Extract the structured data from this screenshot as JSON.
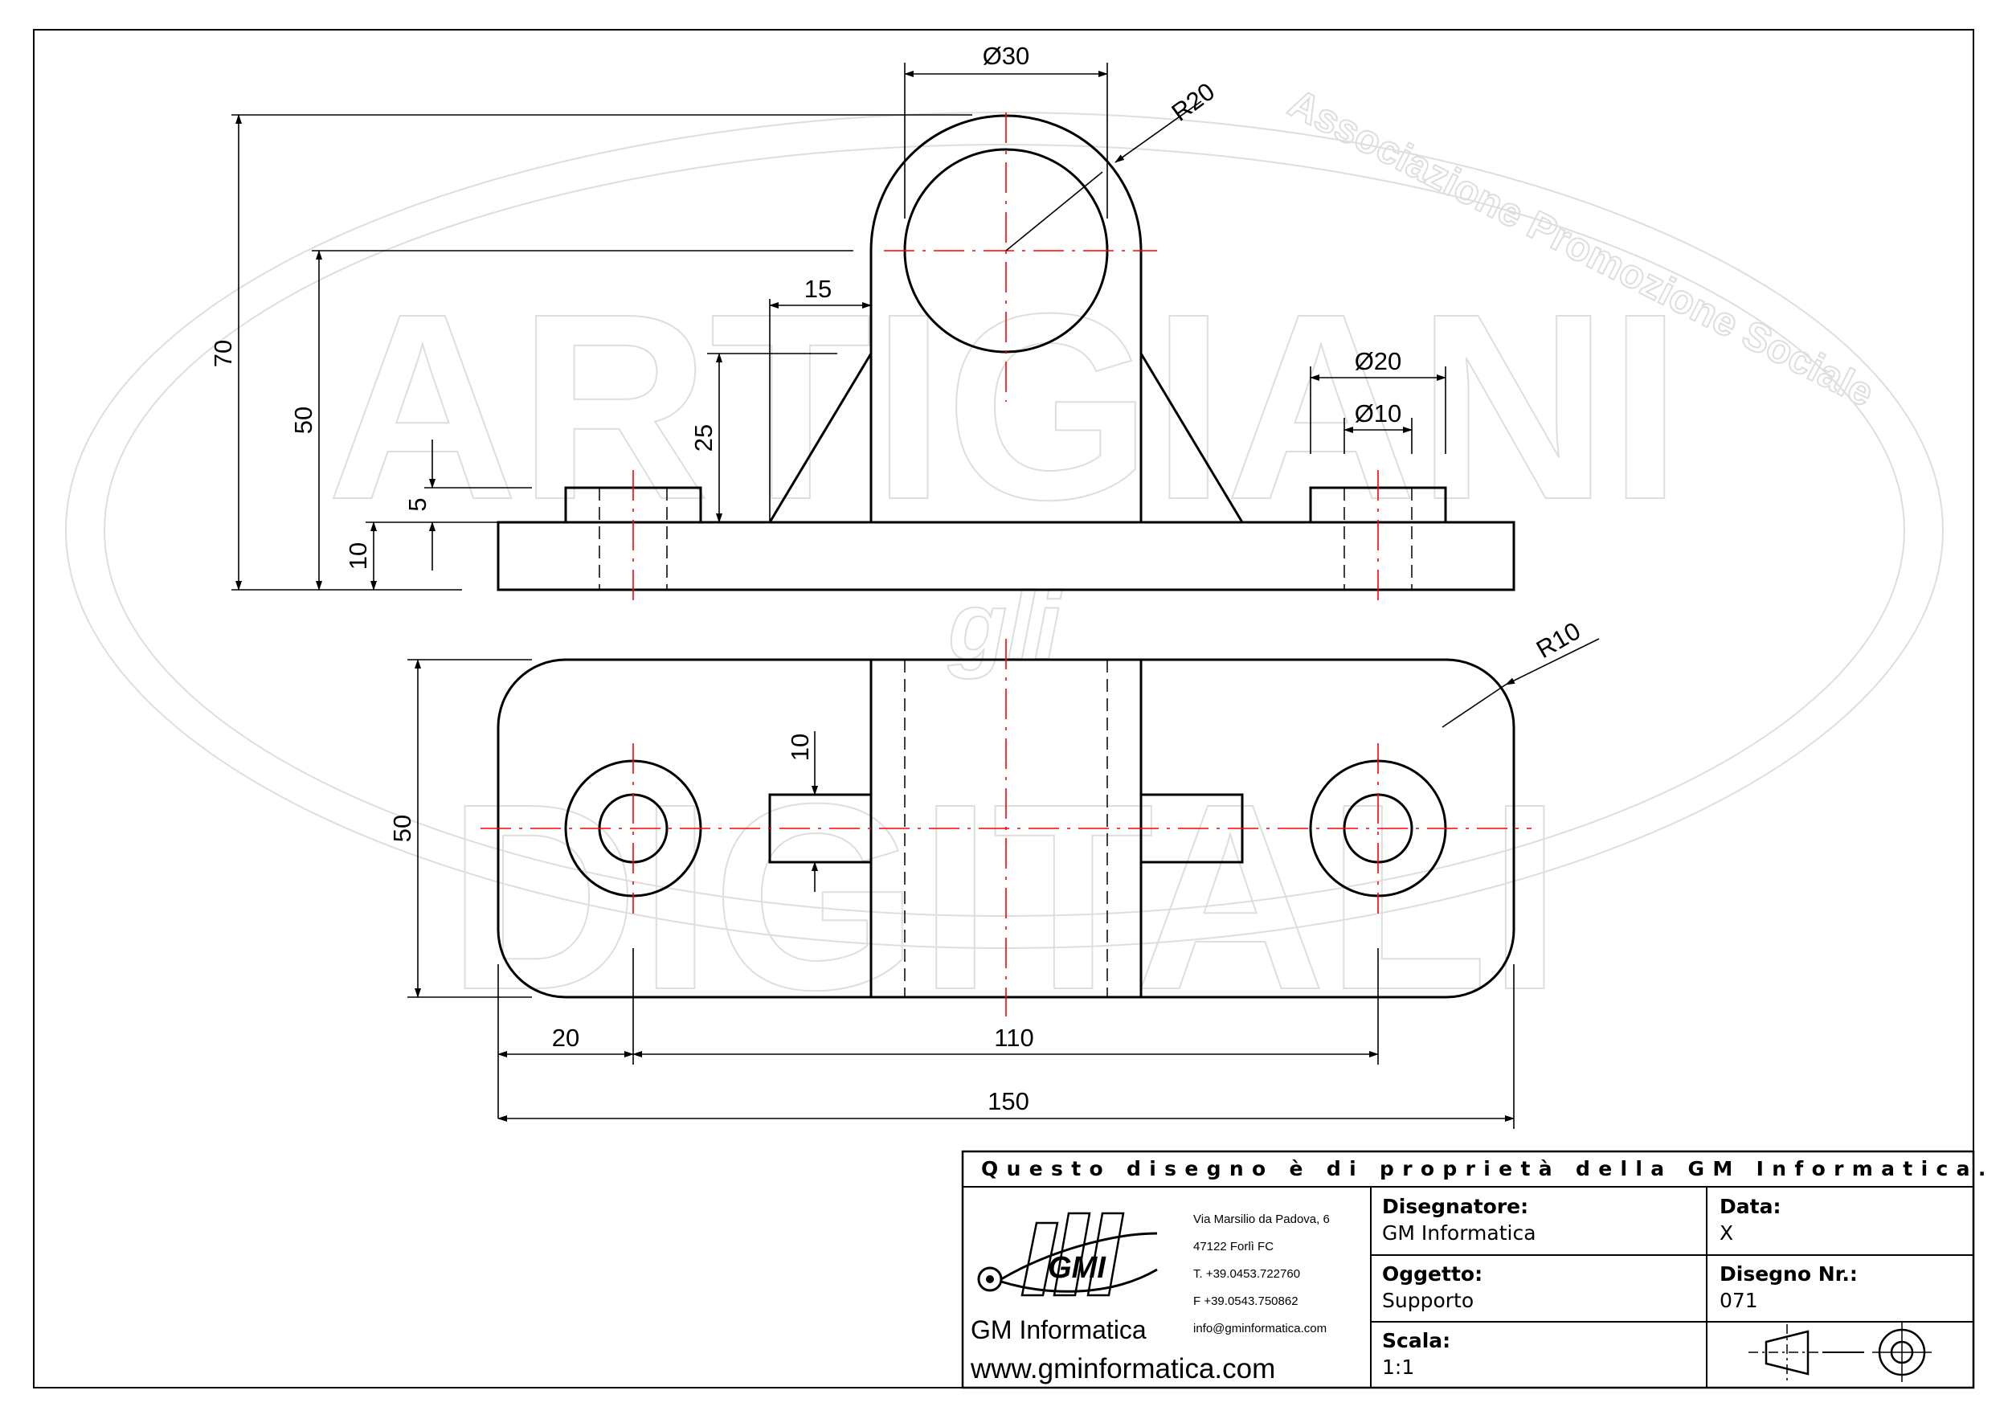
{
  "watermark": {
    "association": "Associazione Promozione Sociale",
    "line1": "ARTIGIANI",
    "line2": "gli",
    "line3": "DIGITALI"
  },
  "dimensions": {
    "d_30": "Ø30",
    "r_20": "R20",
    "h_70": "70",
    "h_50": "50",
    "w_15": "15",
    "h_25": "25",
    "h_5": "5",
    "h_10": "10",
    "d_20": "Ø20",
    "d_10": "Ø10",
    "r_10": "R10",
    "top_50": "50",
    "top_10": "10",
    "w_20": "20",
    "w_110": "110",
    "w_150": "150"
  },
  "title_block": {
    "header": "Questo disegno è di proprietà della GM Informatica. L'utilizzo è ad esclusivo uso didattico.",
    "company": {
      "logo_text": "GMI",
      "name": "GM Informatica",
      "website": "www.gminformatica.com",
      "address": "Via Marsilio da Padova, 6",
      "city": "47122  Forlì  FC",
      "phone": "T. +39.0453.722760",
      "fax": "F +39.0543.750862",
      "email": "info@gminformatica.com"
    },
    "designer_label": "Disegnatore:",
    "designer_value": "GM  Informatica",
    "date_label": "Data:",
    "date_value": "X",
    "object_label": "Oggetto:",
    "object_value": "Supporto",
    "drawing_no_label": "Disegno  Nr.:",
    "drawing_no_value": "071",
    "scale_label": "Scala:",
    "scale_value": "1:1",
    "projection_symbol": "first-angle-projection-icon"
  }
}
